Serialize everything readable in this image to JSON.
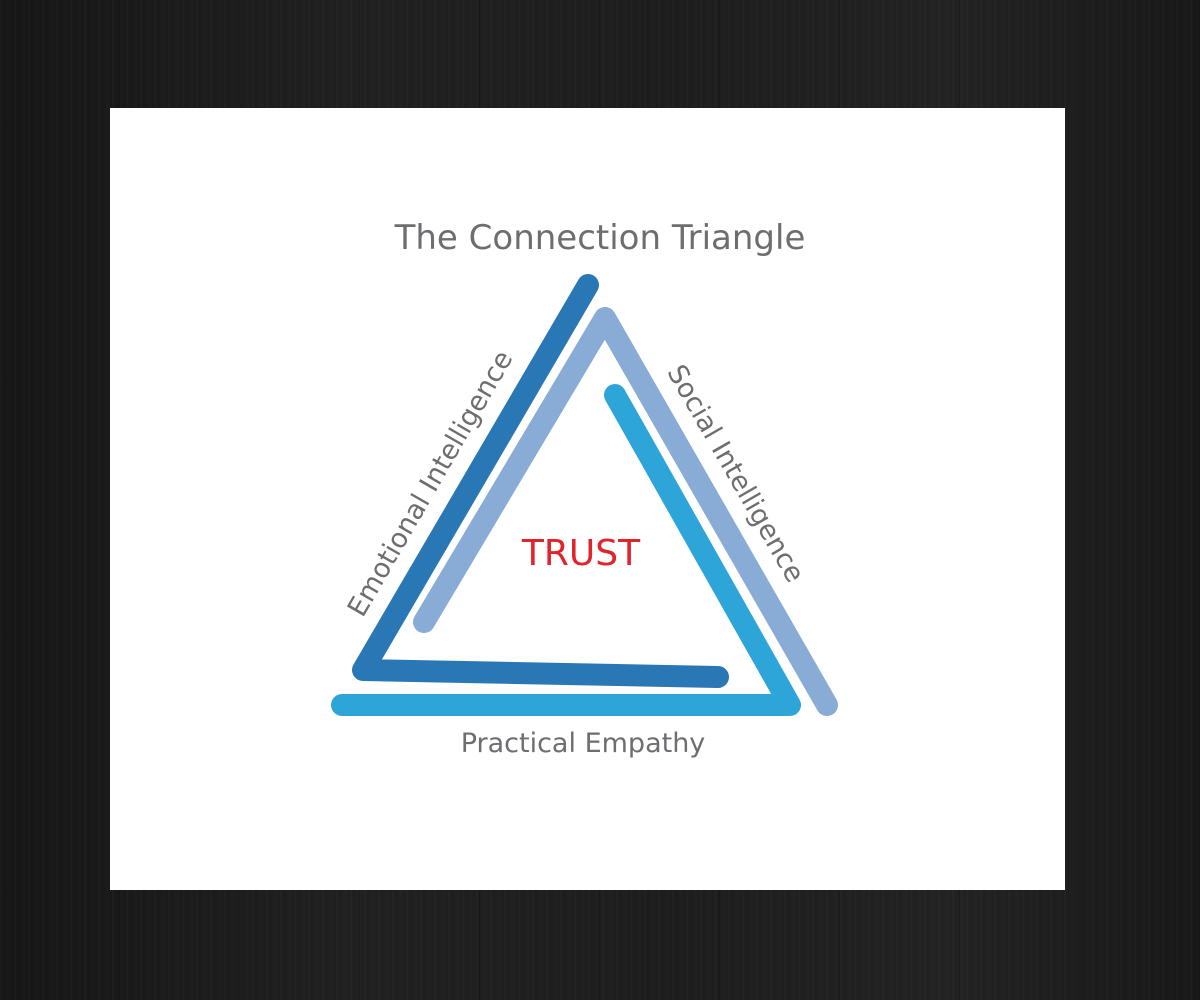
{
  "diagram": {
    "title": "The Connection Triangle",
    "center_label": "TRUST",
    "sides": {
      "left": "Emotional Intelligence",
      "right": "Social Intelligence",
      "bottom": "Practical Empathy"
    },
    "colors": {
      "background": "#1c1c1c",
      "card": "#ffffff",
      "text": "#6d6e71",
      "center_text": "#e0242b",
      "emotional_band": "#2a77b6",
      "social_band": "#88acd5",
      "empathy_band": "#2ea5d8"
    }
  }
}
